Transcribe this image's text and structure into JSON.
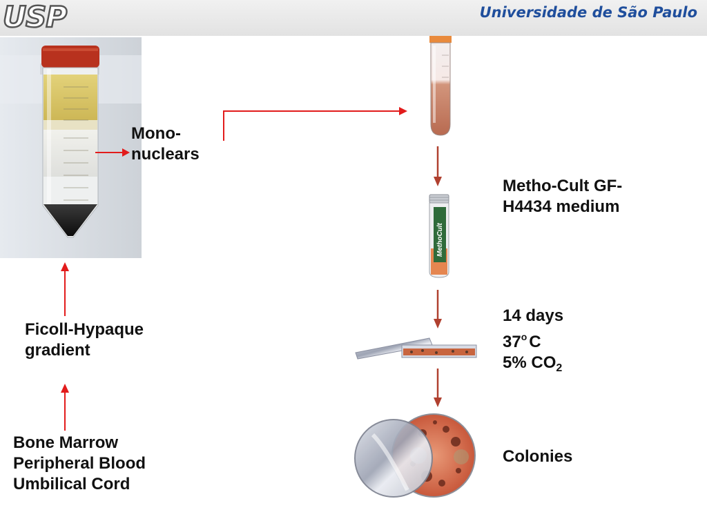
{
  "header": {
    "logo": "USP",
    "university": "Universidade de São Paulo"
  },
  "labels": {
    "mononuclears": [
      "Mono-",
      "nuclears"
    ],
    "ficoll": [
      "Ficoll-Hypaque",
      "gradient"
    ],
    "sources": [
      "Bone Marrow",
      "Peripheral Blood",
      "Umbilical Cord"
    ],
    "medium": [
      "Metho-Cult GF-",
      "H4434 medium"
    ],
    "incubation": {
      "days": "14 days",
      "temp_value": "37",
      "temp_sup": "o",
      "temp_unit": "C",
      "co2_prefix": "5% CO",
      "co2_sub": "2"
    },
    "colonies": "Colonies"
  },
  "vial_label": "MethoCult",
  "colors": {
    "arrow_red": "#e21b1b",
    "arrow_dark": "#b0402f",
    "brand_blue": "#1f4e9c",
    "tube_cap": "#b8321e",
    "plasma": "#d8c466"
  }
}
